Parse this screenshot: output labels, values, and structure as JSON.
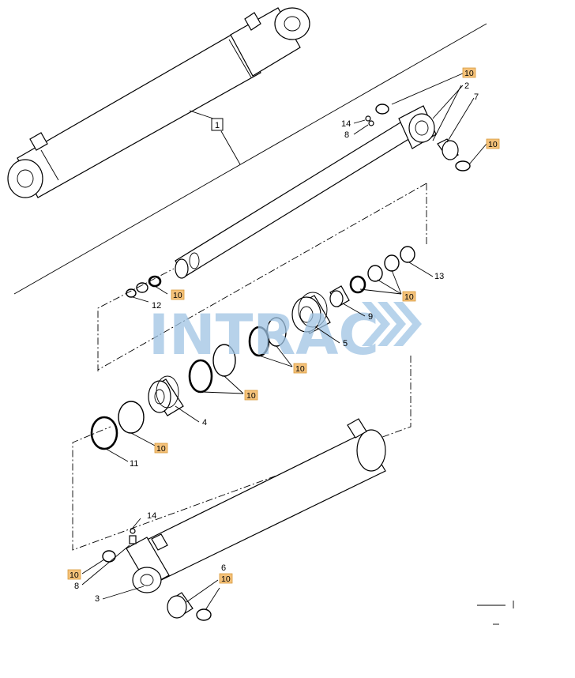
{
  "diagram": {
    "watermark": "INTRAC",
    "callouts": {
      "c1": "1",
      "c2": "2",
      "c3": "3",
      "c4": "4",
      "c5": "5",
      "c6": "6",
      "c7": "7",
      "c8a": "8",
      "c8b": "8",
      "c9": "9",
      "c10": "10",
      "c11": "11",
      "c12": "12",
      "c13": "13",
      "c14a": "14",
      "c14b": "14"
    }
  }
}
